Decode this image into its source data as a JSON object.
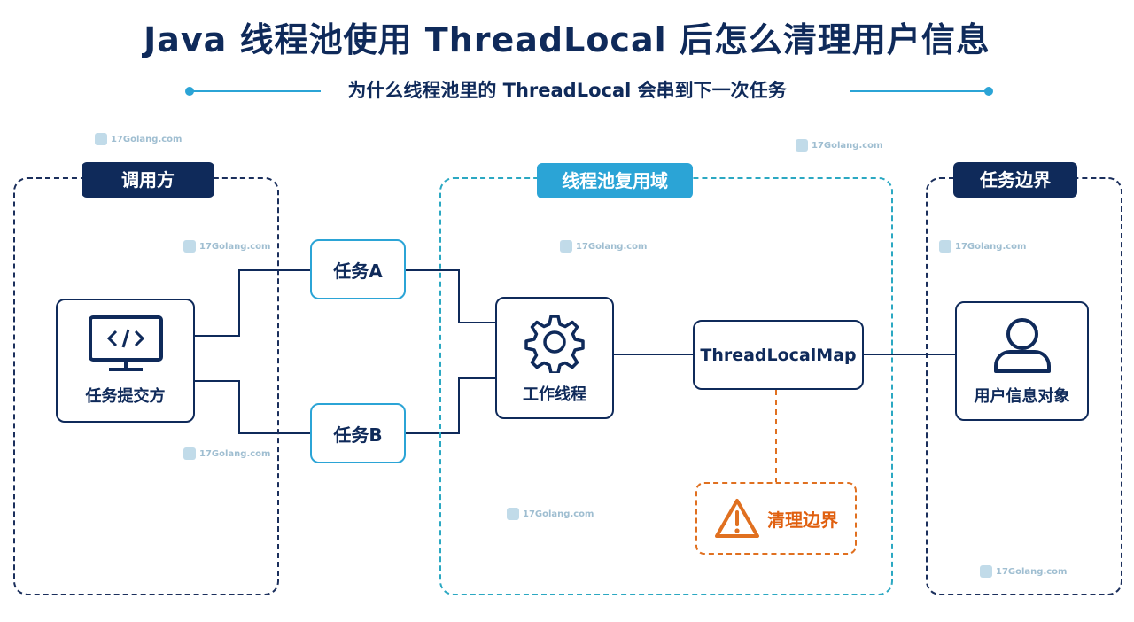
{
  "title": "Java 线程池使用 ThreadLocal 后怎么清理用户信息",
  "subtitle": "为什么线程池里的 ThreadLocal 会串到下一次任务",
  "regions": {
    "caller": "调用方",
    "pool": "线程池复用域",
    "task_boundary": "任务边界"
  },
  "nodes": {
    "submitter": "任务提交方",
    "task_a": "任务A",
    "task_b": "任务B",
    "worker": "工作线程",
    "thread_local_map": "ThreadLocalMap",
    "user_info": "用户信息对象",
    "cleanup": "清理边界"
  },
  "watermark": "17Golang.com",
  "colors": {
    "navy": "#0f2a5a",
    "teal": "#2ba4d6",
    "warning": "#e07020"
  },
  "icons": {
    "submitter": "code-monitor-icon",
    "worker": "gear-icon",
    "user_info": "user-icon",
    "cleanup": "warning-icon"
  }
}
